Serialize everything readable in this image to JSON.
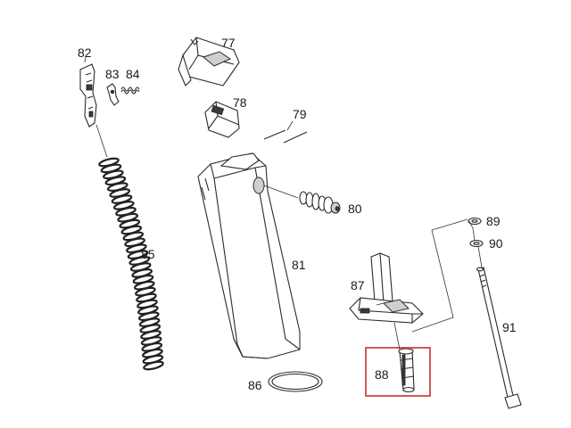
{
  "parts": [
    {
      "id": "77",
      "label": "77"
    },
    {
      "id": "78",
      "label": "78"
    },
    {
      "id": "79",
      "label": "79"
    },
    {
      "id": "80",
      "label": "80"
    },
    {
      "id": "81",
      "label": "81"
    },
    {
      "id": "82",
      "label": "82"
    },
    {
      "id": "83",
      "label": "83"
    },
    {
      "id": "84",
      "label": "84"
    },
    {
      "id": "85",
      "label": "85"
    },
    {
      "id": "86",
      "label": "86"
    },
    {
      "id": "87",
      "label": "87"
    },
    {
      "id": "88",
      "label": "88"
    },
    {
      "id": "89",
      "label": "89"
    },
    {
      "id": "90",
      "label": "90"
    },
    {
      "id": "91",
      "label": "91"
    }
  ],
  "highlighted_part": "88",
  "colors": {
    "highlight": "#c8302f",
    "line": "#2a2a2a"
  }
}
